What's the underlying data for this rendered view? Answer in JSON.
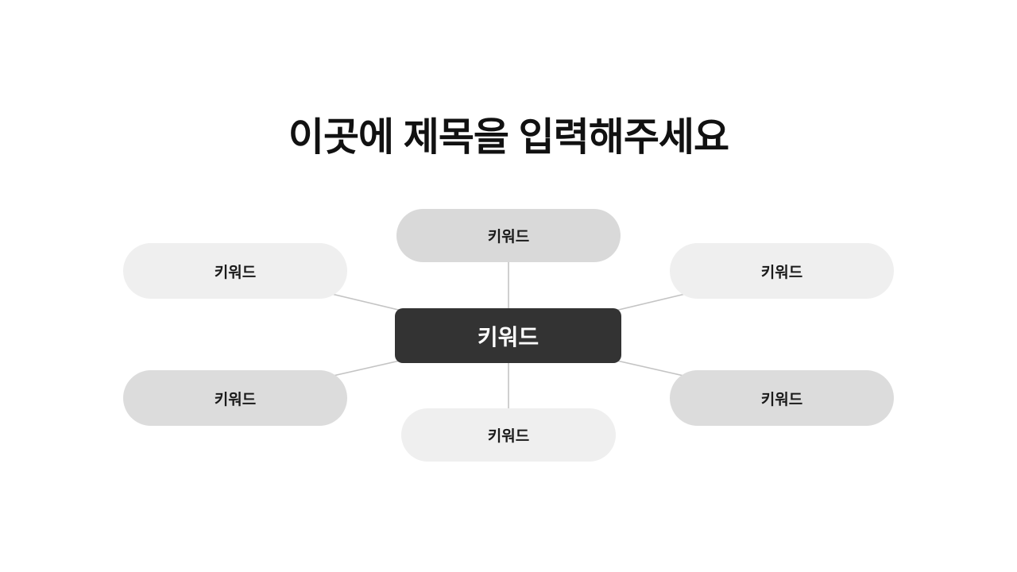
{
  "page": {
    "background_color": "#ffffff"
  },
  "title": {
    "text": "이곳에 제목을 입력해주세요",
    "color": "#111111"
  },
  "diagram": {
    "type": "radial-keyword-map",
    "connector_color": "#c4c4c4",
    "center_node": {
      "label": "키워드",
      "fill": "#333333",
      "text_color": "#ffffff"
    },
    "satellite_nodes": [
      {
        "position": "top",
        "label": "키워드",
        "fill": "#d9d9d9"
      },
      {
        "position": "upper-left",
        "label": "키워드",
        "fill": "#efefef"
      },
      {
        "position": "upper-right",
        "label": "키워드",
        "fill": "#efefef"
      },
      {
        "position": "lower-left",
        "label": "키워드",
        "fill": "#dcdcdc"
      },
      {
        "position": "lower-right",
        "label": "키워드",
        "fill": "#dcdcdc"
      },
      {
        "position": "bottom",
        "label": "키워드",
        "fill": "#efefef"
      }
    ]
  }
}
